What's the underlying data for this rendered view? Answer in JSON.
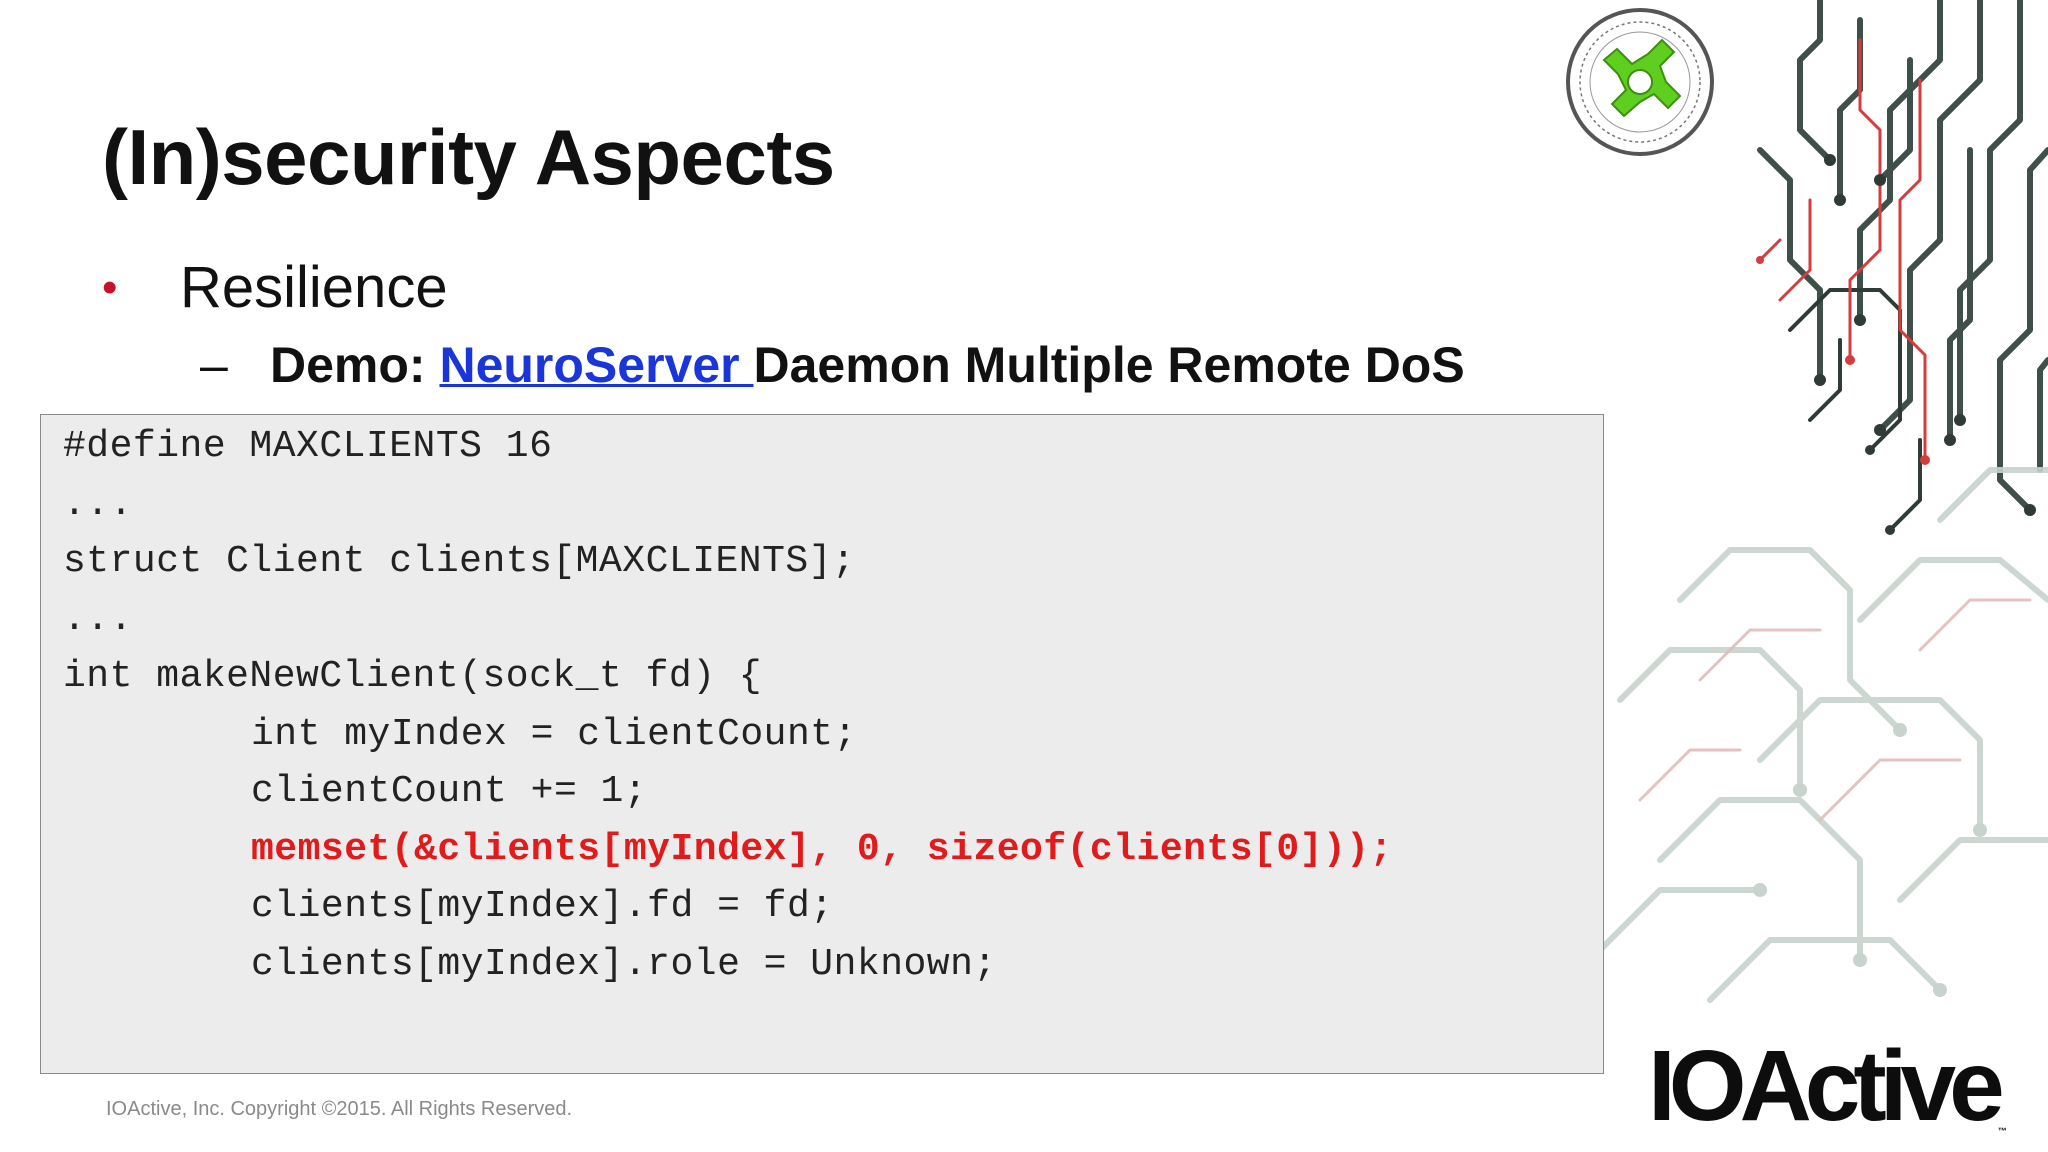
{
  "slide": {
    "title": "(In)security Aspects",
    "bullet": {
      "glyph": "•",
      "text": "Resilience"
    },
    "sub_bullet": {
      "dash": "–",
      "prefix": "Demo: ",
      "link_text": "NeuroServer ",
      "rest": "Daemon Multiple Remote DoS"
    },
    "code_lines": [
      "#define MAXCLIENTS 16",
      "...",
      "struct Client clients[MAXCLIENTS];",
      "...",
      "int makeNewClient(sock_t fd) {",
      "int myIndex = clientCount;",
      "clientCount += 1;",
      "memset(&clients[myIndex], 0, sizeof(clients[0]));",
      "clients[myIndex].fd = fd;",
      "clients[myIndex].role = Unknown;"
    ],
    "footer": "IOActive, Inc. Copyright ©2015.  All Rights Reserved.",
    "brand_logo": "IOActive",
    "brand_tm": "™"
  },
  "colors": {
    "bullet_accent": "#c8102e",
    "link": "#1a35d8",
    "code_highlight": "#e11b1b",
    "code_background": "#ececec",
    "badge_green": "#5fcf1f"
  },
  "icons": {
    "badge": "biohacking-village-badge-icon",
    "decoration": "circuit-board-decoration"
  }
}
